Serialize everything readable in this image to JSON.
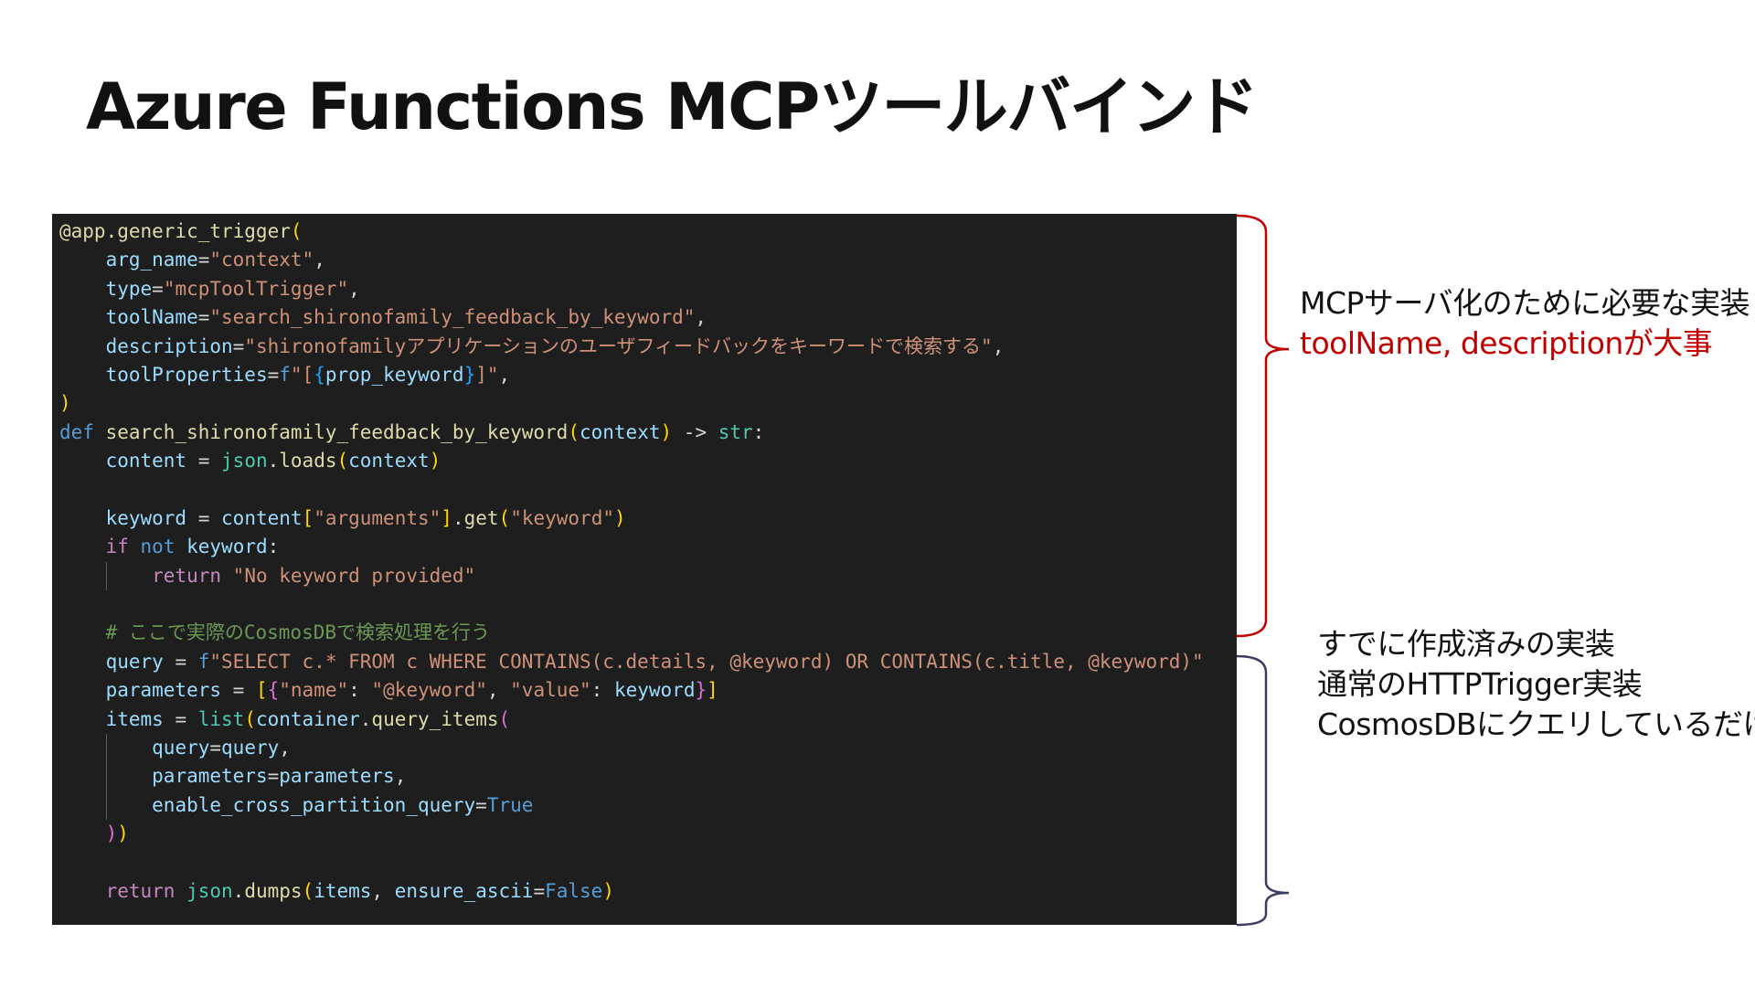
{
  "slide": {
    "title": "Azure Functions MCPツールバインド"
  },
  "colors": {
    "background": "#ffffff",
    "code_background": "#1e1e1e",
    "bracket_top": "#c00000",
    "bracket_bottom": "#3c3c64",
    "annotation_emphasis": "#c00000",
    "annotation_normal": "#111111"
  },
  "code": {
    "lines": [
      {
        "indent": 0,
        "tokens": [
          [
            "deco",
            "@app.generic_trigger"
          ],
          [
            "paren1",
            "("
          ]
        ]
      },
      {
        "indent": 1,
        "tokens": [
          [
            "param",
            "arg_name"
          ],
          [
            "plain",
            "="
          ],
          [
            "str",
            "\"context\""
          ],
          [
            "plain",
            ","
          ]
        ]
      },
      {
        "indent": 1,
        "tokens": [
          [
            "param",
            "type"
          ],
          [
            "plain",
            "="
          ],
          [
            "str",
            "\"mcpToolTrigger\""
          ],
          [
            "plain",
            ","
          ]
        ]
      },
      {
        "indent": 1,
        "tokens": [
          [
            "param",
            "toolName"
          ],
          [
            "plain",
            "="
          ],
          [
            "str",
            "\"search_shironofamily_feedback_by_keyword\""
          ],
          [
            "plain",
            ","
          ]
        ]
      },
      {
        "indent": 1,
        "tokens": [
          [
            "param",
            "description"
          ],
          [
            "plain",
            "="
          ],
          [
            "str",
            "\"shironofamilyアプリケーションのユーザフィードバックをキーワードで検索する\""
          ],
          [
            "plain",
            ","
          ]
        ]
      },
      {
        "indent": 1,
        "tokens": [
          [
            "param",
            "toolProperties"
          ],
          [
            "plain",
            "="
          ],
          [
            "kw",
            "f"
          ],
          [
            "str",
            "\"["
          ],
          [
            "paren3",
            "{"
          ],
          [
            "param",
            "prop_keyword"
          ],
          [
            "paren3",
            "}"
          ],
          [
            "str",
            "]\""
          ],
          [
            "plain",
            ","
          ]
        ]
      },
      {
        "indent": 0,
        "tokens": [
          [
            "paren1",
            ")"
          ]
        ]
      },
      {
        "indent": 0,
        "tokens": [
          [
            "kw",
            "def"
          ],
          [
            "plain",
            " "
          ],
          [
            "fn",
            "search_shironofamily_feedback_by_keyword"
          ],
          [
            "paren1",
            "("
          ],
          [
            "param",
            "context"
          ],
          [
            "paren1",
            ")"
          ],
          [
            "plain",
            " -> "
          ],
          [
            "cls",
            "str"
          ],
          [
            "plain",
            ":"
          ]
        ]
      },
      {
        "indent": 1,
        "tokens": [
          [
            "param",
            "content"
          ],
          [
            "plain",
            " = "
          ],
          [
            "cls",
            "json"
          ],
          [
            "plain",
            "."
          ],
          [
            "fn",
            "loads"
          ],
          [
            "paren1",
            "("
          ],
          [
            "param",
            "context"
          ],
          [
            "paren1",
            ")"
          ]
        ]
      },
      {
        "indent": 0,
        "tokens": []
      },
      {
        "indent": 1,
        "tokens": [
          [
            "param",
            "keyword"
          ],
          [
            "plain",
            " = "
          ],
          [
            "param",
            "content"
          ],
          [
            "paren1",
            "["
          ],
          [
            "str",
            "\"arguments\""
          ],
          [
            "paren1",
            "]"
          ],
          [
            "plain",
            "."
          ],
          [
            "fn",
            "get"
          ],
          [
            "paren1",
            "("
          ],
          [
            "str",
            "\"keyword\""
          ],
          [
            "paren1",
            ")"
          ]
        ]
      },
      {
        "indent": 1,
        "tokens": [
          [
            "ctrl",
            "if"
          ],
          [
            "plain",
            " "
          ],
          [
            "kw",
            "not"
          ],
          [
            "plain",
            " "
          ],
          [
            "param",
            "keyword"
          ],
          [
            "plain",
            ":"
          ]
        ]
      },
      {
        "indent": 2,
        "tokens": [
          [
            "ctrl",
            "return"
          ],
          [
            "plain",
            " "
          ],
          [
            "str",
            "\"No keyword provided\""
          ]
        ]
      },
      {
        "indent": 0,
        "tokens": []
      },
      {
        "indent": 1,
        "tokens": [
          [
            "comment",
            "# ここで実際のCosmosDBで検索処理を行う"
          ]
        ]
      },
      {
        "indent": 1,
        "tokens": [
          [
            "param",
            "query"
          ],
          [
            "plain",
            " = "
          ],
          [
            "kw",
            "f"
          ],
          [
            "str",
            "\"SELECT c.* FROM c WHERE CONTAINS(c.details, @keyword) OR CONTAINS(c.title, @keyword)\""
          ]
        ]
      },
      {
        "indent": 1,
        "tokens": [
          [
            "param",
            "parameters"
          ],
          [
            "plain",
            " = "
          ],
          [
            "paren1",
            "["
          ],
          [
            "paren2",
            "{"
          ],
          [
            "str",
            "\"name\""
          ],
          [
            "plain",
            ": "
          ],
          [
            "str",
            "\"@keyword\""
          ],
          [
            "plain",
            ", "
          ],
          [
            "str",
            "\"value\""
          ],
          [
            "plain",
            ": "
          ],
          [
            "param",
            "keyword"
          ],
          [
            "paren2",
            "}"
          ],
          [
            "paren1",
            "]"
          ]
        ]
      },
      {
        "indent": 1,
        "tokens": [
          [
            "param",
            "items"
          ],
          [
            "plain",
            " = "
          ],
          [
            "cls",
            "list"
          ],
          [
            "paren1",
            "("
          ],
          [
            "param",
            "container"
          ],
          [
            "plain",
            "."
          ],
          [
            "fn",
            "query_items"
          ],
          [
            "paren2",
            "("
          ]
        ]
      },
      {
        "indent": 2,
        "tokens": [
          [
            "param",
            "query"
          ],
          [
            "plain",
            "="
          ],
          [
            "param",
            "query"
          ],
          [
            "plain",
            ","
          ]
        ]
      },
      {
        "indent": 2,
        "tokens": [
          [
            "param",
            "parameters"
          ],
          [
            "plain",
            "="
          ],
          [
            "param",
            "parameters"
          ],
          [
            "plain",
            ","
          ]
        ]
      },
      {
        "indent": 2,
        "tokens": [
          [
            "param",
            "enable_cross_partition_query"
          ],
          [
            "plain",
            "="
          ],
          [
            "kw",
            "True"
          ]
        ]
      },
      {
        "indent": 1,
        "tokens": [
          [
            "paren2",
            ")"
          ],
          [
            "paren1",
            ")"
          ]
        ]
      },
      {
        "indent": 0,
        "tokens": []
      },
      {
        "indent": 1,
        "tokens": [
          [
            "ctrl",
            "return"
          ],
          [
            "plain",
            " "
          ],
          [
            "cls",
            "json"
          ],
          [
            "plain",
            "."
          ],
          [
            "fn",
            "dumps"
          ],
          [
            "paren1",
            "("
          ],
          [
            "param",
            "items"
          ],
          [
            "plain",
            ", "
          ],
          [
            "param",
            "ensure_ascii"
          ],
          [
            "plain",
            "="
          ],
          [
            "kw",
            "False"
          ],
          [
            "paren1",
            ")"
          ]
        ]
      }
    ]
  },
  "annotations": {
    "top": {
      "line1": "MCPサーバ化のために必要な実装",
      "line2": "toolName, descriptionが大事"
    },
    "bottom": {
      "line1": "すでに作成済みの実装",
      "line2": "通常のHTTPTrigger実装",
      "line3": "CosmosDBにクエリしているだけ"
    }
  }
}
